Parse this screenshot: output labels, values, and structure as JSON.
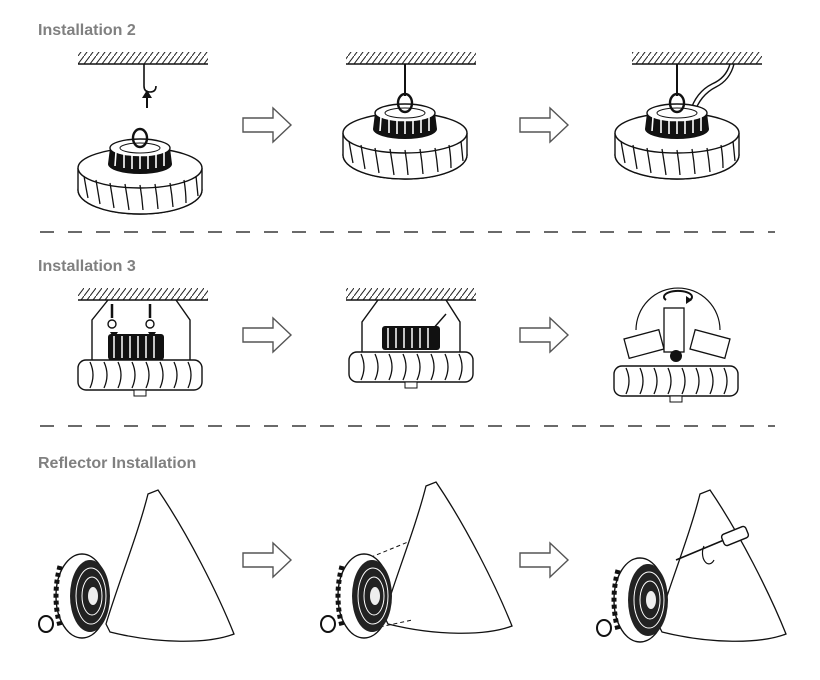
{
  "sections": [
    {
      "title": "Installation 2"
    },
    {
      "title": "Installation 3"
    },
    {
      "title": "Reflector Installation"
    }
  ],
  "colors": {
    "line": "#1a1a1a",
    "title": "#808080",
    "arrow": "#555555"
  }
}
